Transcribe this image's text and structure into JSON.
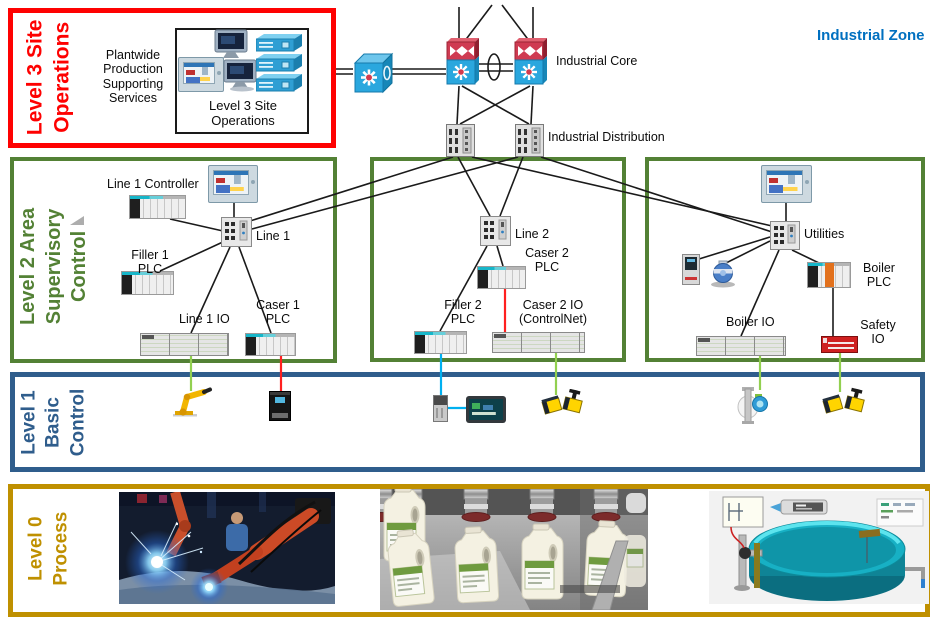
{
  "zone": {
    "industrial_zone": "Industrial Zone"
  },
  "core": {
    "industrial_core": "Industrial Core",
    "industrial_distribution": "Industrial Distribution"
  },
  "level3": {
    "title": "Level 3 Site\nOperations",
    "services": "Plantwide\nProduction\nSupporting\nServices",
    "box_label": "Level 3 Site\nOperations"
  },
  "level2": {
    "title": "Level 2 Area\nSupervisory\nControl",
    "line1": {
      "controller_label": "Line 1 Controller",
      "switch_label": "Line 1",
      "filler_plc": "Filler 1\nPLC",
      "io_label": "Line 1 IO",
      "caser_plc": "Caser 1\nPLC"
    },
    "line2": {
      "switch_label": "Line 2",
      "caser_plc": "Caser 2\nPLC",
      "filler_plc": "Filler 2\nPLC",
      "caser_io": "Caser 2 IO\n(ControlNet)"
    },
    "utilities": {
      "switch_label": "Utilities",
      "boiler_plc": "Boiler\nPLC",
      "boiler_io": "Boiler IO",
      "safety_io": "Safety\nIO"
    }
  },
  "level1": {
    "title": "Level 1\nBasic\nControl"
  },
  "level0": {
    "title": "Level 0\nProcess"
  },
  "icons": [
    "workstation-icon",
    "server-icon",
    "hmi-panel-icon",
    "cisco-core-switch-icon",
    "cisco-cube-switch-icon",
    "distribution-switch-icon",
    "stratix-switch-icon",
    "plc-rack-icon",
    "io-rack-icon",
    "safety-io-icon",
    "drive-icon",
    "powerflex-drive-icon",
    "pressure-transmitter-icon",
    "robot-arm-icon",
    "safety-camera-icon",
    "flow-meter-icon",
    "flex-io-icon",
    "hmi-small-icon",
    "welding-photo",
    "bottling-photo",
    "tank-photo"
  ],
  "colors": {
    "level3_accent": "#FE0101",
    "level2_accent": "#538135",
    "level1_accent": "#2F5D8C",
    "level0_accent": "#BF9000",
    "zone_label": "#0070C0",
    "link_green": "#92D050",
    "link_red": "#FF2020",
    "link_cyan": "#00B0F0",
    "cisco_blue": "#2AA7DE",
    "cisco_red": "#CF3B52"
  }
}
